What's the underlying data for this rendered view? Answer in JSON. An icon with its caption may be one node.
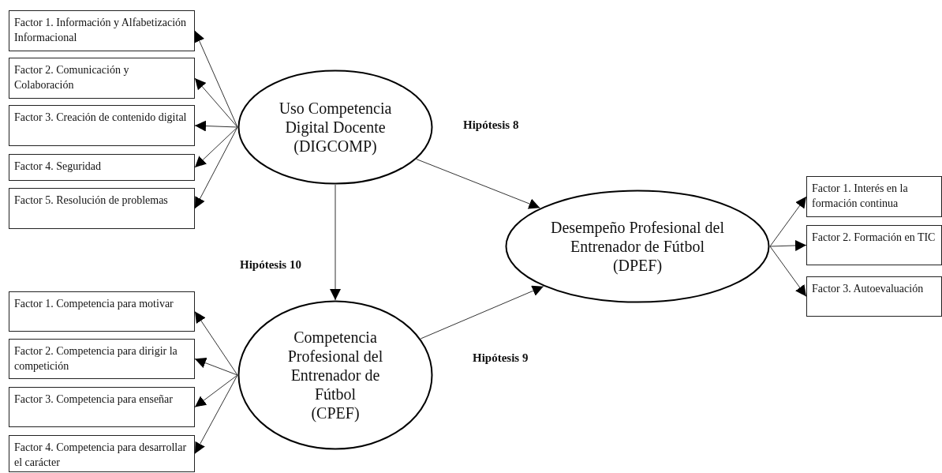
{
  "diagram": {
    "nodes": [
      {
        "text": [
          "Factor 1. Información y Alfabetización Informacional"
        ]
      },
      {
        "text": [
          "Factor 2. Comunicación y Colaboración"
        ]
      },
      {
        "text": [
          "Factor 3. Creación de contenido digital"
        ]
      },
      {
        "text": [
          "Factor 4. Seguridad"
        ]
      },
      {
        "text": [
          "Factor 5. Resolución de problemas"
        ]
      },
      {
        "text": [
          "Uso Competencia Digital Docente",
          "(DIGCOMP)"
        ]
      },
      {
        "text": [
          "Desempeño Profesional del Entrenador de Fútbol",
          "(DPEF)"
        ]
      },
      {
        "text": [
          "Factor 1. Interés en la formación continua"
        ]
      },
      {
        "text": [
          "Factor 2. Formación en TIC"
        ]
      },
      {
        "text": [
          "Factor 3. Autoevaluación"
        ]
      },
      {
        "text": [
          "Factor 1. Competencia para motivar"
        ]
      },
      {
        "text": [
          "Factor 2. Competencia para dirigir la competición"
        ]
      },
      {
        "text": [
          "Factor 3. Competencia para enseñar"
        ]
      },
      {
        "text": [
          "Factor 4. Competencia para desarrollar el carácter"
        ]
      },
      {
        "text": [
          "Competencia Profesional del Entrenador de Fútbol",
          "(CPEF)"
        ]
      }
    ],
    "edges": [
      {
        "from": 5,
        "to": 0,
        "arrow": "to"
      },
      {
        "from": 5,
        "to": 1,
        "arrow": "to"
      },
      {
        "from": 5,
        "to": 2,
        "arrow": "to"
      },
      {
        "from": 5,
        "to": 3,
        "arrow": "to"
      },
      {
        "from": 5,
        "to": 4,
        "arrow": "to"
      },
      {
        "from": 5,
        "to": 6,
        "arrow": "to",
        "label": "Hipótesis 8"
      },
      {
        "from": 5,
        "to": 14,
        "arrow": "to",
        "label": "Hipótesis 10"
      },
      {
        "from": 14,
        "to": 6,
        "arrow": "to",
        "label": "Hipótesis 9"
      },
      {
        "from": 6,
        "to": 7,
        "arrow": "to"
      },
      {
        "from": 6,
        "to": 8,
        "arrow": "to"
      },
      {
        "from": 6,
        "to": 9,
        "arrow": "to"
      },
      {
        "from": 14,
        "to": 10,
        "arrow": "to"
      },
      {
        "from": 14,
        "to": 11,
        "arrow": "to"
      },
      {
        "from": 14,
        "to": 12,
        "arrow": "to"
      },
      {
        "from": 14,
        "to": 13,
        "arrow": "to"
      }
    ]
  }
}
